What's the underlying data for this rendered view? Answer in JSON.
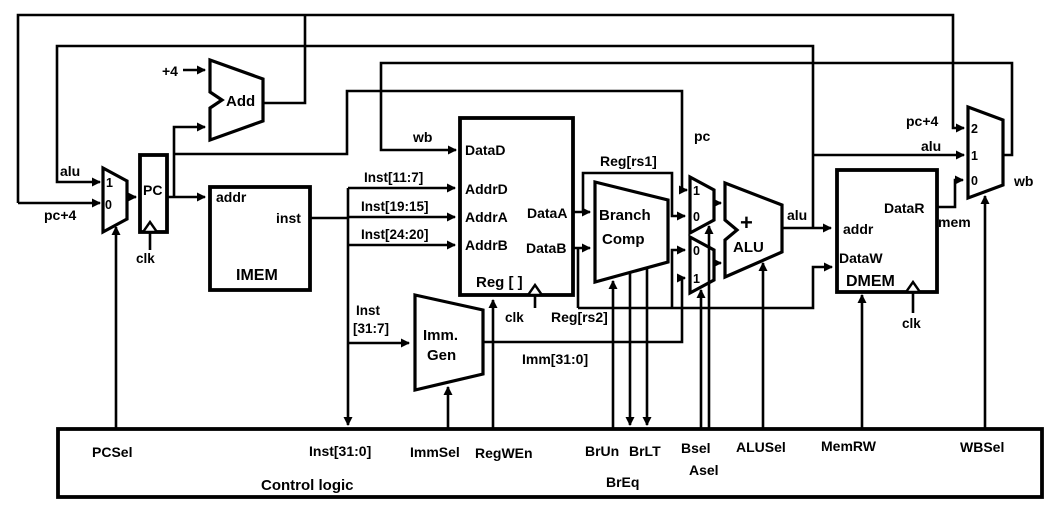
{
  "colors": {
    "ink": "#000000",
    "background": "#ffffff"
  },
  "blocks": {
    "add": {
      "title": "Add",
      "input_plus4": "+4"
    },
    "pc_reg": {
      "title": "PC",
      "clk": "clk"
    },
    "pcsel_mux": {
      "in1": "1",
      "in0": "0",
      "label_alu": "alu",
      "label_pc4": "pc+4"
    },
    "imem": {
      "title": "IMEM",
      "port_addr": "addr",
      "port_inst": "inst"
    },
    "inst_bus": {
      "bits_11_7": "Inst[11:7]",
      "bits_19_15": "Inst[19:15]",
      "bits_24_20": "Inst[24:20]",
      "bits_31_7_line1": "Inst",
      "bits_31_7_line2": "[31:7]"
    },
    "regfile": {
      "title": "Reg [ ]",
      "port_datad": "DataD",
      "port_addrd": "AddrD",
      "port_addra": "AddrA",
      "port_addrb": "AddrB",
      "port_dataa": "DataA",
      "port_datab": "DataB",
      "clk": "clk",
      "label_wb": "wb",
      "label_rs1": "Reg[rs1]",
      "label_rs2": "Reg[rs2]"
    },
    "imm_gen": {
      "title_line1": "Imm.",
      "title_line2": "Gen",
      "label_out": "Imm[31:0]"
    },
    "branch_comp": {
      "title_line1": "Branch",
      "title_line2": "Comp"
    },
    "asel_mux": {
      "in1": "1",
      "in0": "0",
      "label_pc": "pc"
    },
    "bsel_mux": {
      "in0": "0",
      "in1": "1"
    },
    "alu": {
      "symbol": "+",
      "title": "ALU",
      "label_out": "alu"
    },
    "dmem": {
      "title": "DMEM",
      "port_addr": "addr",
      "port_dataw": "DataW",
      "port_datar": "DataR",
      "clk": "clk",
      "label_mem": "mem"
    },
    "wbsel_mux": {
      "in2": "2",
      "in1": "1",
      "in0": "0",
      "label_pc4": "pc+4",
      "label_alu": "alu",
      "label_wb": "wb"
    }
  },
  "control": {
    "title": "Control logic",
    "signals": {
      "pcsel": "PCSel",
      "inst_31_0": "Inst[31:0]",
      "immsel": "ImmSel",
      "regwen": "RegWEn",
      "brun": "BrUn",
      "breq": "BrEq",
      "brlt": "BrLT",
      "bsel": "Bsel",
      "asel": "Asel",
      "alusel": "ALUSel",
      "memrw": "MemRW",
      "wbsel": "WBSel"
    }
  }
}
